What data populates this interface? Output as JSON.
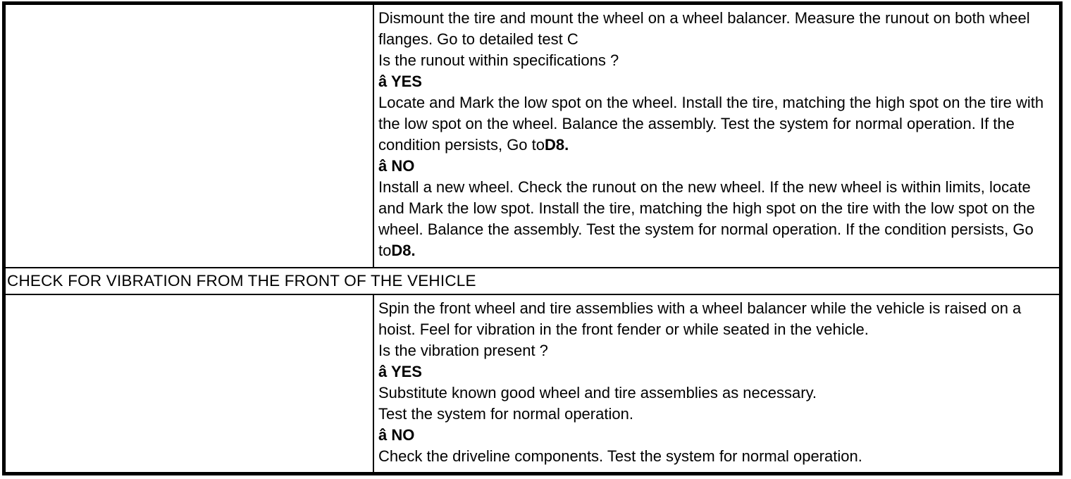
{
  "colors": {
    "border": "#000000",
    "text": "#000000",
    "background": "#ffffff"
  },
  "rows": [
    {
      "type": "split",
      "left_text": "",
      "right_paragraphs": [
        [
          {
            "t": "Dismount the tire and mount the wheel on a wheel balancer. Measure the runout on both wheel flanges. Go to detailed test C",
            "b": false
          }
        ],
        [
          {
            "t": "Is the runout within specifications ?",
            "b": false
          }
        ],
        [
          {
            "t": "â YES",
            "b": true
          }
        ],
        [
          {
            "t": "Locate and Mark the low spot on the wheel. Install the tire, matching the high spot on the tire with the low spot on the wheel. Balance the assembly. Test the system for normal operation. If the condition persists, Go to",
            "b": false
          },
          {
            "t": "D8.",
            "b": true
          }
        ],
        [
          {
            "t": "â NO",
            "b": true
          }
        ],
        [
          {
            "t": "Install a new wheel. Check the runout on the new wheel. If the new wheel is within limits, locate and Mark the low spot. Install the tire, matching the high spot on the tire with the low spot on the wheel. Balance the assembly. Test the system for normal operation. If the condition persists, Go to",
            "b": false
          },
          {
            "t": "D8.",
            "b": true
          }
        ]
      ]
    },
    {
      "type": "full",
      "label": "CHECK FOR VIBRATION FROM THE FRONT OF THE VEHICLE"
    },
    {
      "type": "split",
      "left_text": "",
      "right_paragraphs": [
        [
          {
            "t": "Spin the front wheel and tire assemblies with a wheel balancer while the vehicle is raised on a hoist. Feel for vibration in the front fender or while seated in the vehicle.",
            "b": false
          }
        ],
        [
          {
            "t": "Is the vibration present ?",
            "b": false
          }
        ],
        [
          {
            "t": "â YES",
            "b": true
          }
        ],
        [
          {
            "t": "Substitute known good wheel and tire assemblies as necessary.",
            "b": false
          }
        ],
        [
          {
            "t": "Test the system for normal operation.",
            "b": false
          }
        ],
        [
          {
            "t": "â NO",
            "b": true
          }
        ],
        [
          {
            "t": "Check the driveline components. Test the system for normal operation.",
            "b": false
          }
        ]
      ]
    }
  ]
}
